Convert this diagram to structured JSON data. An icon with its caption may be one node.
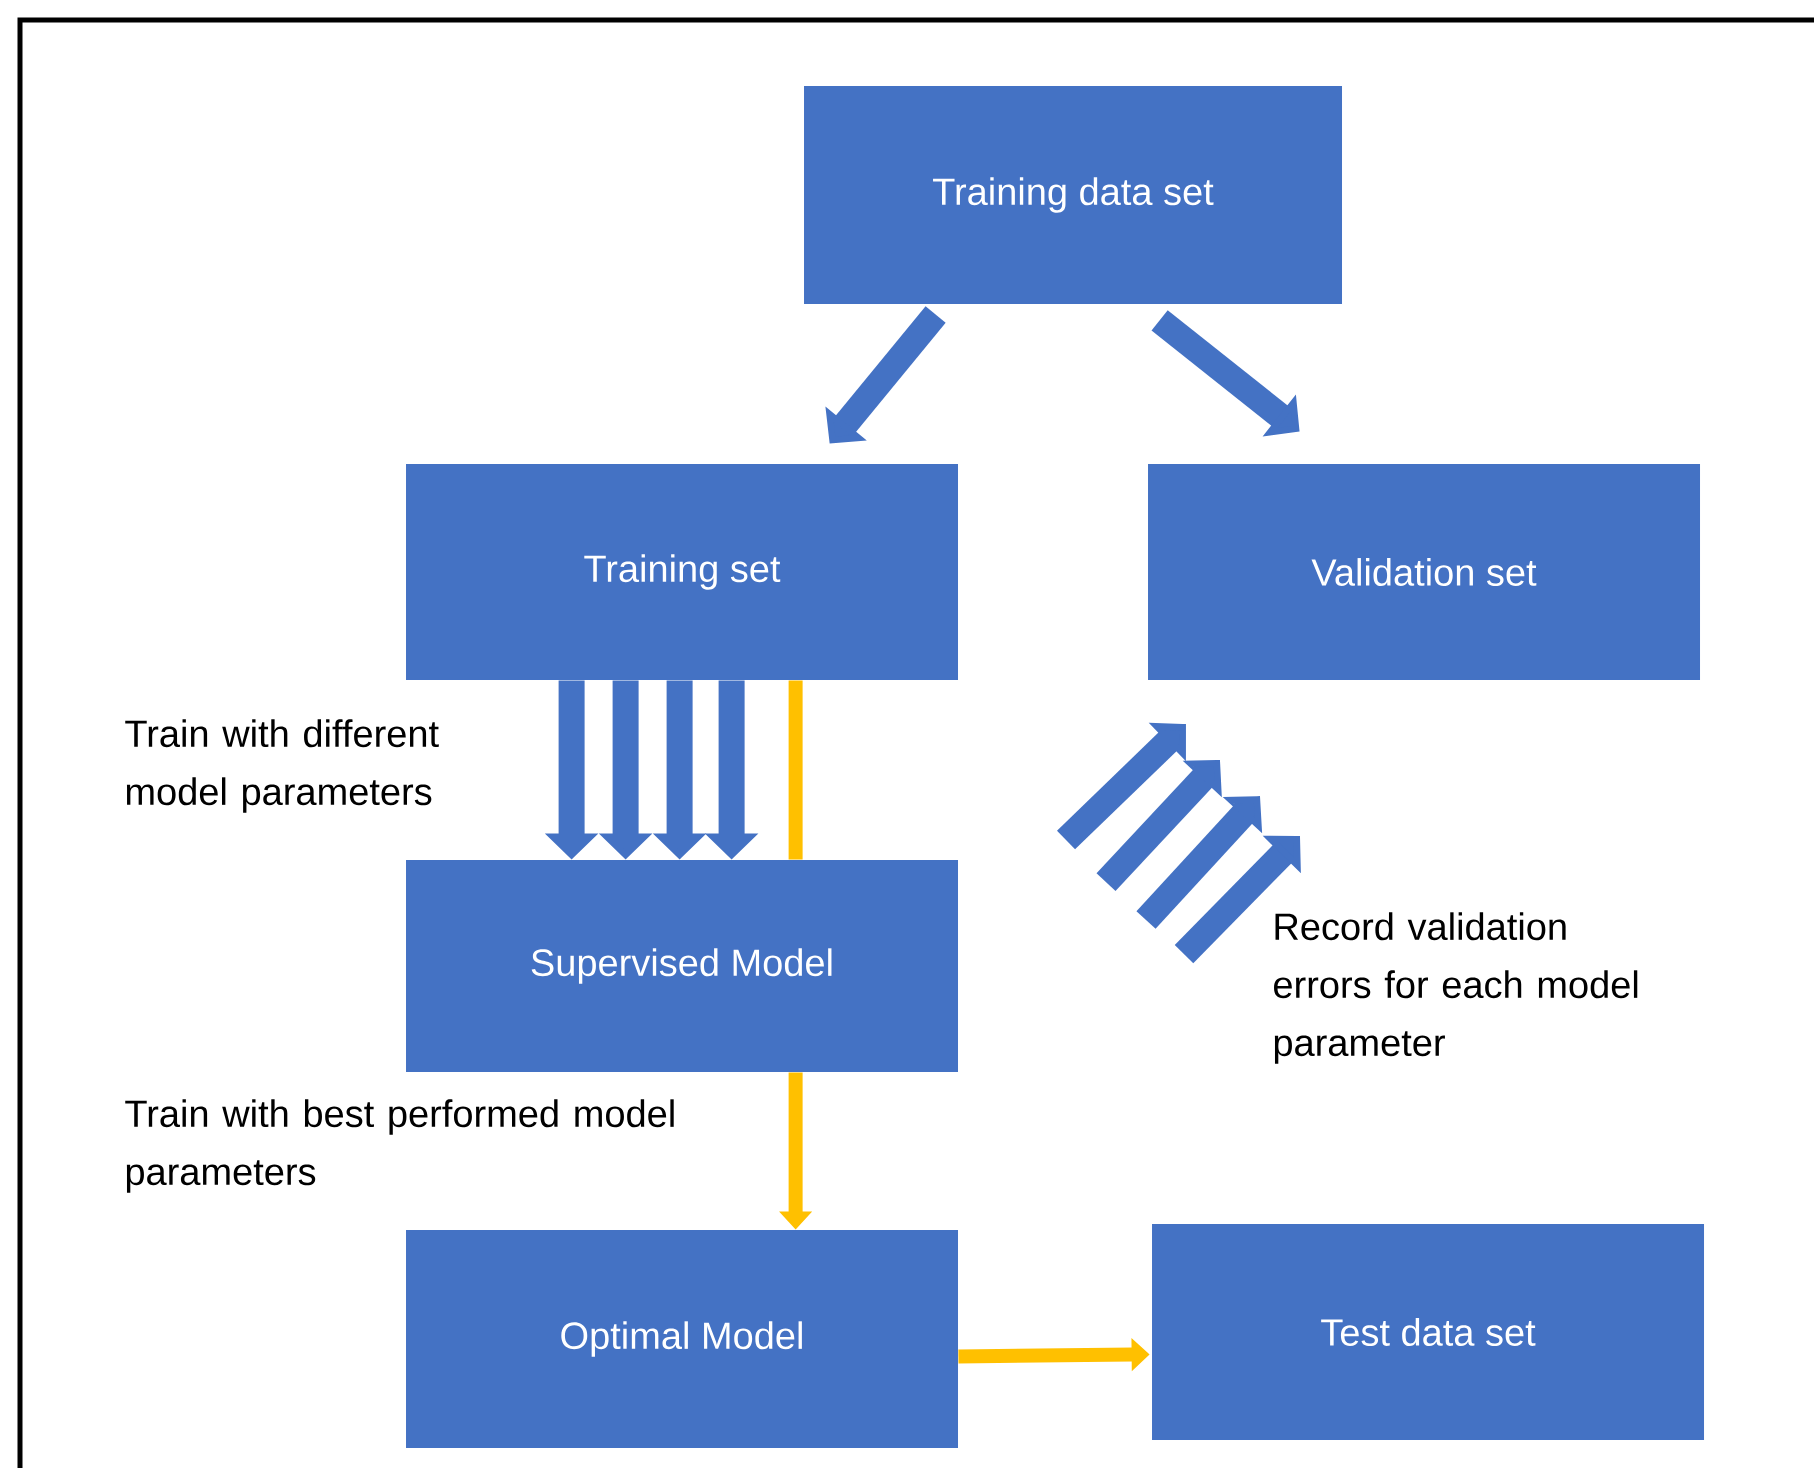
{
  "diagram": {
    "nodes": [
      {
        "text": [
          "Training data set"
        ]
      },
      {
        "text": [
          "Training set"
        ]
      },
      {
        "text": [
          "Validation set"
        ]
      },
      {
        "text": [
          "Supervised Model"
        ]
      },
      {
        "text": [
          "Optimal Model"
        ]
      },
      {
        "text": [
          "Test data set"
        ]
      }
    ],
    "edges": [
      {
        "from": 0,
        "to": 1,
        "arrow": "to"
      },
      {
        "from": 0,
        "to": 2,
        "arrow": "to"
      },
      {
        "from": 1,
        "to": 3,
        "arrow": "to"
      },
      {
        "from": 1,
        "to": 3,
        "arrow": "to"
      },
      {
        "from": 1,
        "to": 3,
        "arrow": "to"
      },
      {
        "from": 1,
        "to": 3,
        "arrow": "to"
      },
      {
        "from": 1,
        "to": 3,
        "arrow": "none",
        "color": "#ffc000"
      },
      {
        "from": 3,
        "to": 4,
        "arrow": "to",
        "color": "#ffc000"
      },
      {
        "from": 4,
        "to": 5,
        "arrow": "to",
        "color": "#ffc000"
      }
    ],
    "labels": [
      "Train with different model parameters",
      "Train with best performed model parameters",
      "Record validation errors for each model parameter"
    ]
  }
}
